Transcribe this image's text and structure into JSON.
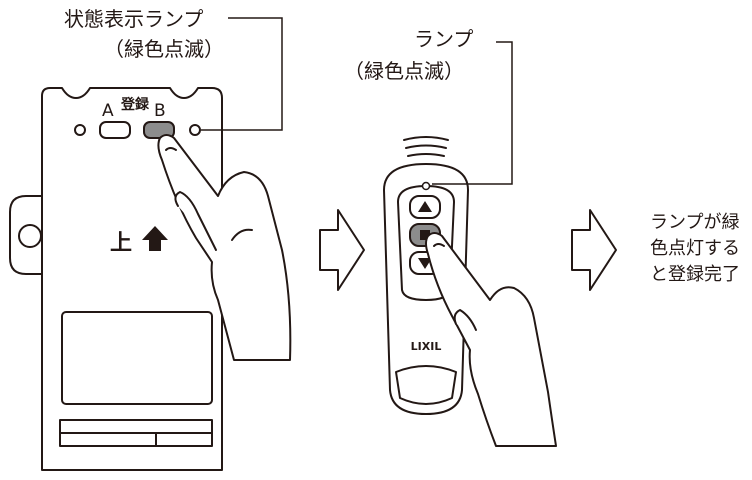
{
  "labels": {
    "status_lamp": "状態表示ランプ",
    "status_lamp_sub": "（緑色点滅）",
    "lamp": "ランプ",
    "lamp_sub": "（緑色点滅）",
    "btn_a": "A",
    "btn_register": "登録",
    "btn_b": "B",
    "up_label": "上",
    "result_line1": "ランプが緑",
    "result_line2": "色点灯する",
    "result_line3": "と登録完了",
    "brand": "LIXIL"
  },
  "colors": {
    "stroke": "#231815",
    "button_pressed": "#8c8c8c",
    "background": "#ffffff"
  },
  "icons": [
    "up-arrow-icon",
    "right-arrow-icon",
    "signal-waves-icon",
    "triangle-up-icon",
    "square-stop-icon",
    "triangle-down-icon",
    "pointing-hand-icon"
  ]
}
